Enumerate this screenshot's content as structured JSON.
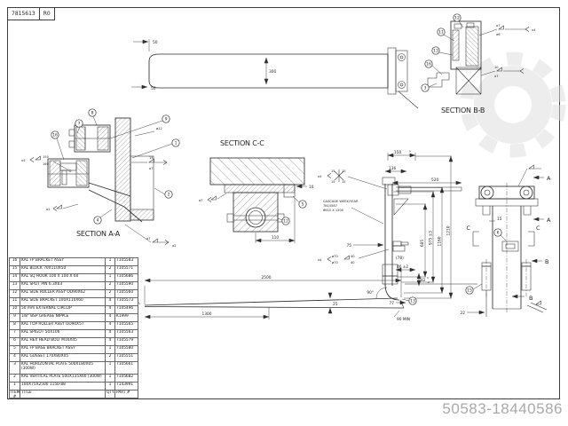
{
  "title_block": {
    "drawing_number": "7815613",
    "revision": "R0"
  },
  "footer_id": "50583-18440586",
  "section_labels": {
    "aa": "SECTION A-A",
    "bb": "SECTION B-B",
    "cc": "SECTION C-C"
  },
  "note": {
    "line1": "CASCADE WEEK/YEAR",
    "line2": "7815587",
    "line3": "6610 X 1200"
  },
  "dims": {
    "plan_top": "50",
    "plan_bottom": "50",
    "plan_width": "300",
    "mast_150": "150",
    "tol0": "0",
    "tol3": "-3",
    "tol2": "-2",
    "mast_136": "136",
    "mast_520": "520",
    "v685": "685",
    "v975": "975 ±3",
    "v1160": "1160",
    "v1210": "1210",
    "d75": "75",
    "d78": "(78)",
    "d46": "46 ±2",
    "d82": "82",
    "d77": "77",
    "angle90": "90°",
    "len2500": "2500",
    "len1300": "1300",
    "thk25": "25",
    "tip5": "5",
    "min90": "90 MIN",
    "d22": "22",
    "cc110": "110",
    "cc10": "10",
    "front15": "15"
  },
  "welds": {
    "x4": "x4",
    "a7": "a7",
    "a6": "a6",
    "a2": "a2",
    "w10": "10",
    "w15": "15",
    "d150": "150",
    "d160": "160",
    "dia70": "ø70",
    "w40": "40",
    "dia12": "ø12"
  },
  "balloons": {
    "b1": "1",
    "b2": "2",
    "b3": "3",
    "b4": "4",
    "b5": "5",
    "b6": "6",
    "b7": "7",
    "b8": "8",
    "b9": "9",
    "b11": "11",
    "b12": "12",
    "b13": "13",
    "b15": "15",
    "b16": "16"
  },
  "view_letters": {
    "a": "A",
    "b": "B",
    "c": "C"
  },
  "parts_table": {
    "footer": {
      "item": "ITEM #",
      "title": "TITLE",
      "qty": "QTY.",
      "part": "PART #"
    },
    "rows": [
      {
        "item": "16",
        "title": "KAL FP BRACKET ASSY",
        "qty": "1",
        "part": "7105583"
      },
      {
        "item": "15",
        "title": "KAL BLOCK 70X110X50",
        "qty": "2",
        "part": "7105571"
      },
      {
        "item": "14",
        "title": "KAL SQ HOOK 100 X 100 X 60",
        "qty": "1",
        "part": "7105686"
      },
      {
        "item": "13",
        "title": "KAL SPLIT PIN 6.3X63",
        "qty": "2",
        "part": "7105590"
      },
      {
        "item": "12",
        "title": "KAL SIDE ROLLER ASSY OD90X62",
        "qty": "2",
        "part": "7105560"
      },
      {
        "item": "11",
        "title": "KAL SIDE BRACKET 100X110X60",
        "qty": "4",
        "part": "7105573"
      },
      {
        "item": "10",
        "title": "50 mm EXTERNAL CIRCLIP",
        "qty": "4",
        "part": "7105496"
      },
      {
        "item": "9",
        "title": "1/8\" BSP GREASE NIPPLE",
        "qty": "4",
        "part": "K1999"
      },
      {
        "item": "8",
        "title": "KAL TOP ROLLER ASSY OD90X57",
        "qty": "4",
        "part": "7105565"
      },
      {
        "item": "7",
        "title": "KAL SPIGOT 50X106",
        "qty": "4",
        "part": "7105563"
      },
      {
        "item": "6",
        "title": "KAL HEX HEAD BOLT M16X45",
        "qty": "4",
        "part": "7105579"
      },
      {
        "item": "5",
        "title": "KAL FP BASE BRACKET ASSY",
        "qty": "1",
        "part": "7105580"
      },
      {
        "item": "4",
        "title": "KAL GUSSET 170X80X05",
        "qty": "2",
        "part": "7105551"
      },
      {
        "item": "3",
        "title": "KAL HORIZONTAL PLATE 500X180X05 (300W)",
        "qty": "1",
        "part": "7105661"
      },
      {
        "item": "2",
        "title": "KAL VERTICAL PLATE 500X135X60 (300W)",
        "qty": "1",
        "part": "7105682"
      },
      {
        "item": "1",
        "title": "100X75X2500 1150-88",
        "qty": "1",
        "part": "7143991"
      }
    ]
  }
}
